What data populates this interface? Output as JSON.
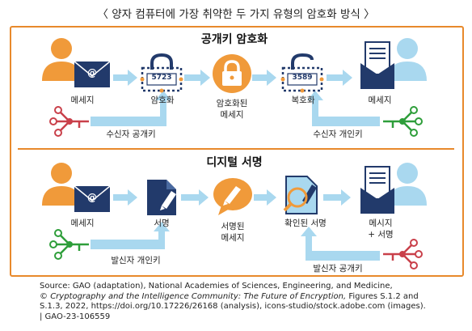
{
  "title": "〈 양자 컴퓨터에 가장 취약한 두 가지 유형의 암호화 방식 〉",
  "colors": {
    "border": "#e8892b",
    "navy": "#223a6b",
    "lightblue": "#a9d8ef",
    "orange": "#f09a3a",
    "green": "#2e9e3a",
    "red": "#c9404a"
  },
  "section1": {
    "heading": "공개키 암호화",
    "lock1_code": "5723",
    "lock2_code": "3589",
    "labels": {
      "message_in": "메세지",
      "encrypt": "암호화",
      "encrypted_1": "암호화된",
      "encrypted_2": "메세지",
      "decrypt": "복호화",
      "message_out": "메세지",
      "receiver_public_key": "수신자 공개키",
      "receiver_private_key": "수신자 개인키"
    }
  },
  "section2": {
    "heading": "디지털 서명",
    "labels": {
      "message_in": "메세지",
      "sign": "서명",
      "signed_1": "서명된",
      "signed_2": "메세지",
      "verified_sign": "확인된 서명",
      "out_1": "메시지",
      "out_2": "+ 서명",
      "sender_private_key": "발신자 개인키",
      "sender_public_key": "발신자 공개키"
    }
  },
  "source": {
    "line1": "Source: GAO (adaptation), National Academies of Sciences, Engineering, and Medicine,",
    "line2_prefix": "© ",
    "line2_italic": "Cryptography and the Intelligence Community: The Future of Encryption,",
    "line2_suffix": " Figures S.1.2 and",
    "line3": "S.1.3, 2022, https://doi.org/10.17226/26168 (analysis), icons-studio/stock.adobe.com (images).",
    "line4": "| GAO-23-106559"
  }
}
